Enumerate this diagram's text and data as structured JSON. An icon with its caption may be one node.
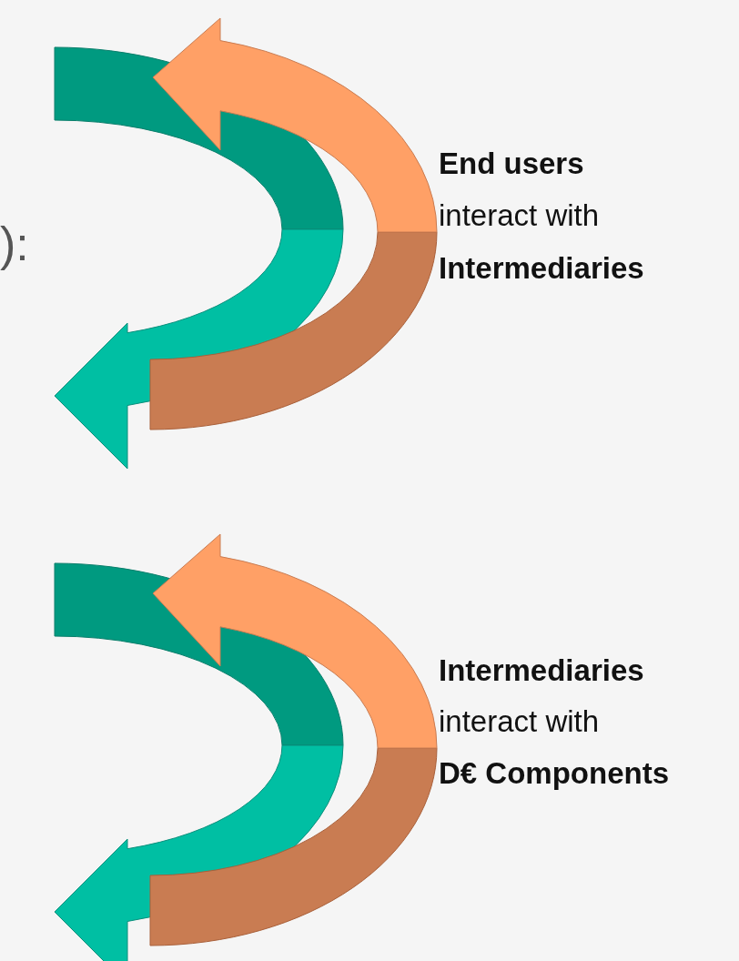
{
  "diagram": {
    "labels": [
      "):",
      "End users",
      "interact with",
      "Intermediaries",
      "Intermediaries",
      "interact with",
      "D€ Components"
    ]
  }
}
